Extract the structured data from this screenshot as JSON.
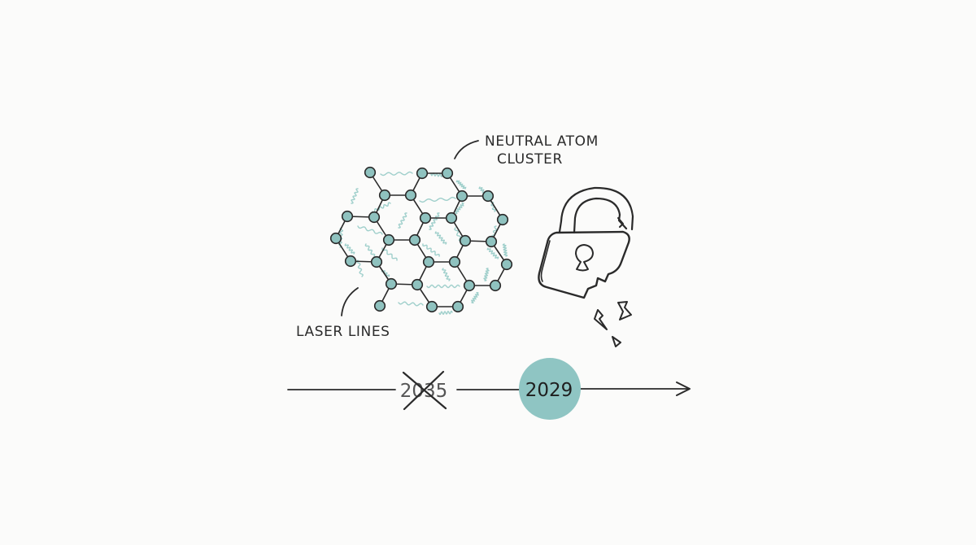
{
  "labels": {
    "cluster_line1": "NEUTRAL ATOM",
    "cluster_line2": "CLUSTER",
    "laser": "LASER LINES"
  },
  "timeline": {
    "old_year": "2035",
    "new_year": "2029"
  },
  "colors": {
    "background": "#fbfbfa",
    "ink": "#2a2a2a",
    "accent": "#8fc5c3",
    "atom_fill": "#8fc2bf",
    "laser": "#9fcfcb"
  },
  "icons": {
    "lock": "broken-padlock-icon",
    "arrow": "timeline-arrow-icon",
    "cross": "strike-x-icon"
  }
}
